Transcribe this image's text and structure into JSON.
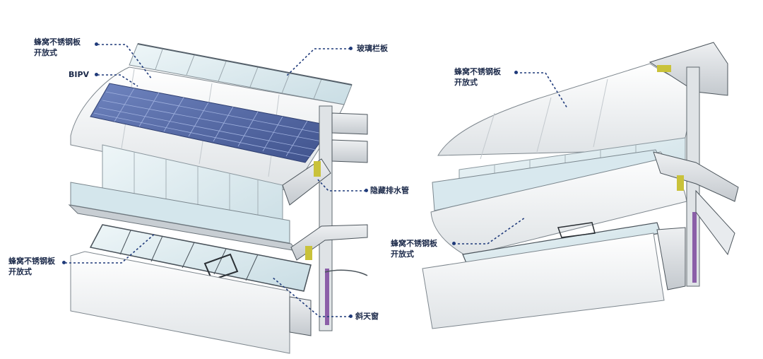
{
  "left_view": {
    "labels": {
      "honeycomb_top": [
        "蜂窝不锈钢板",
        "开放式"
      ],
      "bipv": "BIPV",
      "glass_railing": "玻璃栏板",
      "hidden_drain": "隐藏排水管",
      "honeycomb_bottom": [
        "蜂窝不锈钢板",
        "开放式"
      ],
      "skylight": "斜天窗"
    }
  },
  "right_view": {
    "labels": {
      "honeycomb_top": [
        "蜂窝不锈钢板",
        "开放式"
      ],
      "honeycomb_bottom": [
        "蜂窝不锈钢板",
        "开放式"
      ]
    }
  },
  "colors": {
    "leader": "#1f3a7a",
    "label_text": "#1c2a4a",
    "pv_panel": "#4a5f9c",
    "glass": "#dbeaf0",
    "panel": "#f4f6f7",
    "frame": "#3a3f45",
    "accent_yellow": "#c9c23a",
    "accent_purple": "#8b5fa8"
  }
}
